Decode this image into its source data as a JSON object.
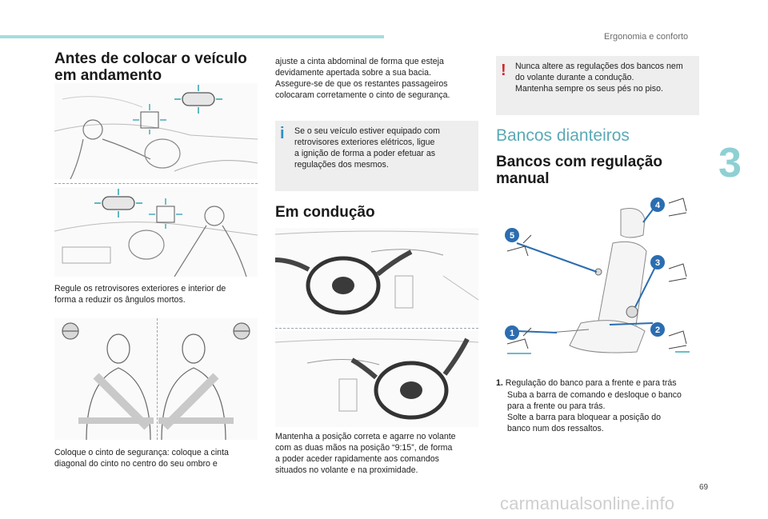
{
  "header": {
    "section": "Ergonomia e conforto",
    "chapter": "3",
    "page_number": "69"
  },
  "watermark": "carmanualsonline.info",
  "col1": {
    "title_line1": "Antes de colocar o veículo",
    "title_line2": "em andamento",
    "mirrors_caption_l1": "Regule os retrovisores exteriores e interior de",
    "mirrors_caption_l2": "forma a reduzir os ângulos mortos.",
    "belt_caption_l1": "Coloque o cinto de segurança: coloque a cinta",
    "belt_caption_l2": "diagonal do cinto no centro do seu ombro e"
  },
  "col2": {
    "cont_l1": "ajuste a cinta abdominal de forma que esteja",
    "cont_l2": "devidamente apertada sobre a sua bacia.",
    "cont_l3": "Assegure-se de que os restantes passageiros",
    "cont_l4": "colocaram corretamente o cinto de segurança.",
    "info_mark": "i",
    "info_l1": "Se o seu veículo estiver equipado com",
    "info_l2": "retrovisores exteriores elétricos, ligue",
    "info_l3": "a ignição de forma a poder efetuar as",
    "info_l4": "regulações dos mesmos.",
    "driving_title": "Em condução",
    "driving_l1": "Mantenha a posição correta e agarre no volante",
    "driving_l2": "com as duas mãos na posição “9:15”, de forma",
    "driving_l3": "a poder aceder rapidamente aos comandos",
    "driving_l4": "situados no volante e na proximidade."
  },
  "col3": {
    "warn_mark": "!",
    "warn_l1": "Nunca altere as regulações dos bancos nem",
    "warn_l2": "do volante durante a condução.",
    "warn_l3": "Mantenha sempre os seus pés no piso.",
    "front_seats_title": "Bancos dianteiros",
    "manual_title_l1": "Bancos com regulação",
    "manual_title_l2": "manual",
    "seat_callouts": [
      "1",
      "2",
      "3",
      "4",
      "5"
    ],
    "step1_num": "1.",
    "step1_text": "Regulação do banco para a frente e para trás",
    "bullet_glyph": "",
    "bullet1_l1": "Suba a barra de comando e desloque o banco",
    "bullet1_l2": "para a frente ou para trás.",
    "bullet2_l1": "Solte a barra para bloquear a posição do",
    "bullet2_l2": "banco num dos ressaltos."
  },
  "colors": {
    "accent_teal": "#5aa9b6",
    "topbar": "#a8dcdc",
    "chapter": "#8ed0d3",
    "info_blue": "#2f8fc8",
    "warn_red": "#d0272f",
    "callout_blue": "#2b6db0"
  },
  "icons": [
    "mirror-icon",
    "adjust-arrows-icon",
    "steering-wheel-icon",
    "seat-position-icon",
    "info-icon",
    "warning-icon"
  ]
}
